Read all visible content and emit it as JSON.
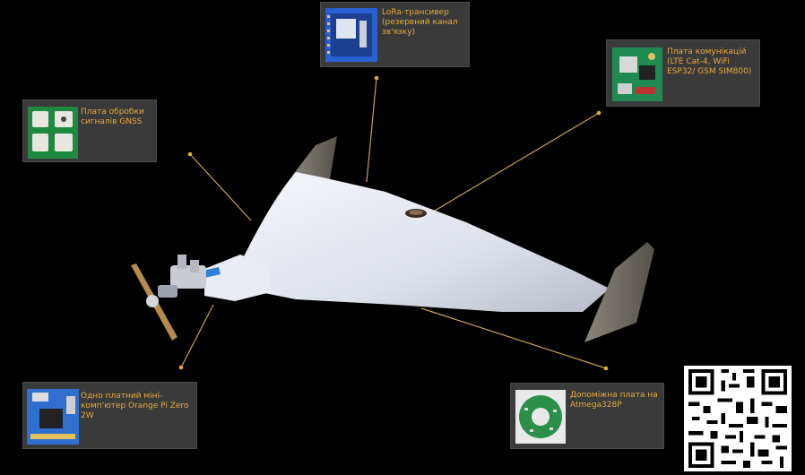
{
  "callouts": {
    "gnss": {
      "label": "Плата обробки сигналів GNSS"
    },
    "lora": {
      "label": "LoRa-трансивер (резервний канал зв'язку)"
    },
    "comms": {
      "label": "Плата комунікацій (LTE Cat-4, WiFi ESP32/ GSM SIM800)"
    },
    "orangepi": {
      "label": "Одно платний міні-комп'ютер Orange Pi Zero 2W"
    },
    "atmega": {
      "label": "Допоміжна плата на Atmega328P"
    }
  },
  "colors": {
    "background": "#000000",
    "callout_bg": "#3a3a3a",
    "label": "#e8a93a",
    "leader_line": "#c8a15a",
    "drone_body": "#e8eaf2",
    "fin": "#6e6a63",
    "accent_stripe": "#2f7fd6"
  },
  "icons": {
    "qr": "qr-code"
  }
}
